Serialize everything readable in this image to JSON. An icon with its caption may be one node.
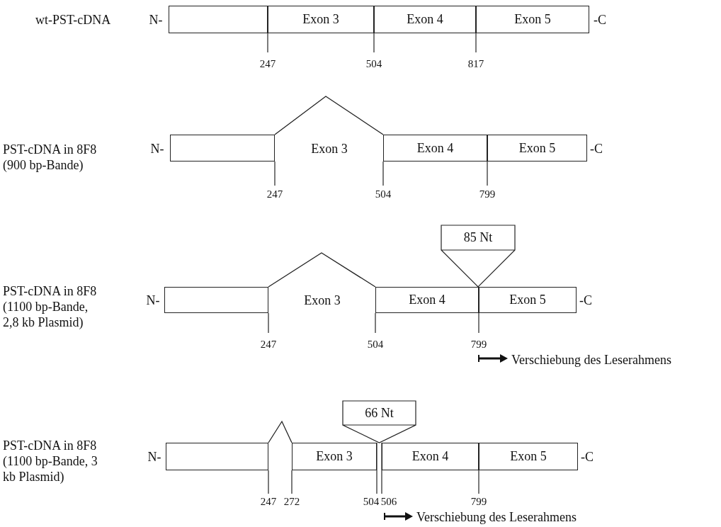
{
  "diagram": {
    "nodes": [
      {
        "text": [],
        "shape": "box"
      },
      {
        "text": [
          "Exon 3"
        ]
      },
      {
        "text": [
          "Exon 4"
        ]
      },
      {
        "text": [
          "Exon 5"
        ]
      },
      {
        "text": [],
        "shape": "box"
      },
      {
        "text": [
          "Exon 4"
        ]
      },
      {
        "text": [
          "Exon 5"
        ]
      },
      {
        "text": [
          "85 Nt"
        ]
      },
      {
        "text": [],
        "shape": "box"
      },
      {
        "text": [
          "Exon 4"
        ]
      },
      {
        "text": [
          "Exon 5"
        ]
      },
      {
        "text": [
          "66 Nt"
        ]
      },
      {
        "text": [],
        "shape": "box"
      },
      {
        "text": [
          "Exon 3"
        ]
      },
      {
        "text": [
          "Exon 4"
        ]
      },
      {
        "text": [
          "Exon 5"
        ]
      }
    ],
    "edges": [
      {
        "from": 4,
        "to": 5,
        "arrow": "none"
      },
      {
        "from": 8,
        "to": 9,
        "arrow": "none"
      },
      {
        "from": 12,
        "to": 13,
        "arrow": "none"
      }
    ],
    "labels": [
      "wt-PST-cDNA",
      "N-",
      "-C",
      "247",
      "504",
      "817",
      "PST-cDNA in 8F8 (900 bp-Bande)",
      "N-",
      "Exon 3",
      "-C",
      "247",
      "504",
      "799",
      "PST-cDNA in 8F8 (1100 bp-Bande, 2,8 kb Plasmid)",
      "N-",
      "Exon 3",
      "-C",
      "247",
      "504",
      "799",
      "Verschiebung des Leserahmens",
      "PST-cDNA in 8F8 (1100 bp-Bande, 3 kb Plasmid)",
      "N-",
      "-C",
      "247",
      "272",
      "504",
      "506",
      "799",
      "Verschiebung des Leserahmens"
    ]
  }
}
